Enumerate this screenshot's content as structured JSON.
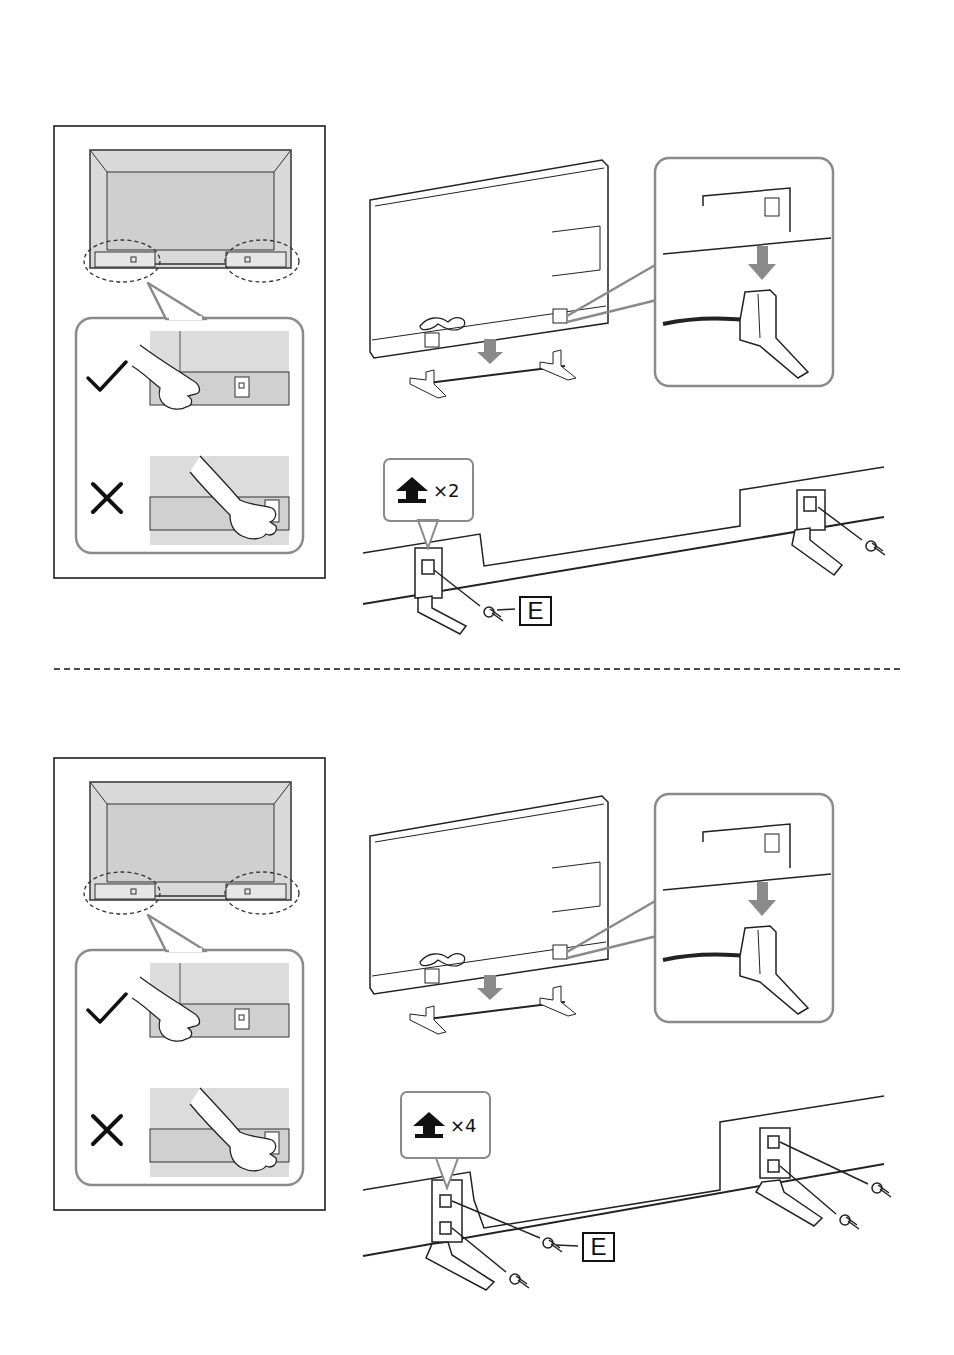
{
  "diagram": {
    "nodes": [
      {
        "text": [
          "×2"
        ]
      },
      {
        "text": [
          "E"
        ]
      },
      {
        "text": [
          "×4"
        ]
      },
      {
        "text": [
          "E"
        ]
      }
    ]
  }
}
